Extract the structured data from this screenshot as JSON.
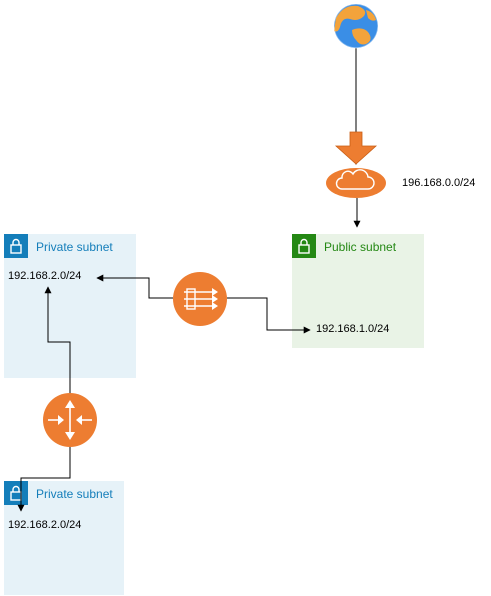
{
  "subnets": {
    "private_top": {
      "title": "Private subnet",
      "cidr": "192.168.2.0/24",
      "icon": "lock-icon"
    },
    "public": {
      "title": "Public subnet",
      "cidr": "192.168.1.0/24",
      "icon": "lock-icon"
    },
    "private_bottom": {
      "title": "Private subnet",
      "cidr": "192.168.2.0/24",
      "icon": "lock-icon"
    }
  },
  "internet_gateway": {
    "cidr": "196.168.0.0/24",
    "icon": "cloud-icon"
  },
  "nodes": {
    "internet": "globe-icon",
    "nat_gateway": "nat-gateway-icon",
    "router": "router-icon",
    "gateway_arrow": "down-arrow-icon"
  },
  "colors": {
    "private_fill": "#e6f2f8",
    "private_accent": "#147eba",
    "public_fill": "#e9f3e6",
    "public_accent": "#248814",
    "aws_orange": "#ed7d31",
    "connector": "#000000"
  }
}
